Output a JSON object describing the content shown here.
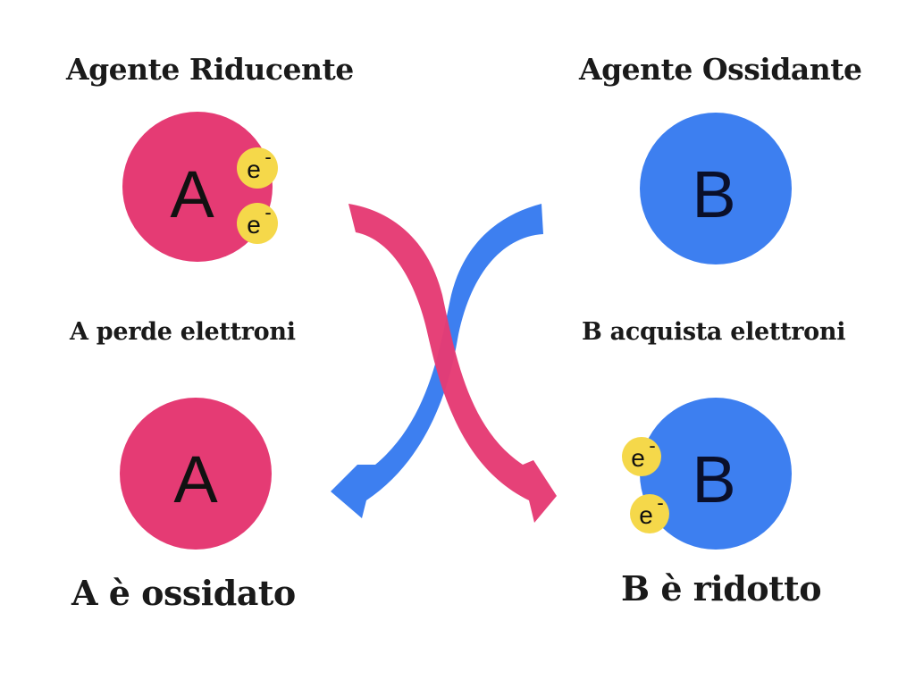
{
  "labels": {
    "reducing_agent": "Agente Riducente",
    "oxidizing_agent": "Agente Ossidante",
    "a_loses": "A perde elettroni",
    "b_gains": "B acquista elettroni",
    "a_oxidized": "A è ossidato",
    "b_reduced": "B è ridotto"
  },
  "atoms": {
    "a_top": {
      "letter": "A",
      "electrons": [
        "e",
        "e"
      ]
    },
    "b_top": {
      "letter": "B",
      "electrons": []
    },
    "a_bottom": {
      "letter": "A",
      "electrons": []
    },
    "b_bottom": {
      "letter": "B",
      "electrons": [
        "e",
        "e"
      ]
    }
  },
  "electron_charge": "-",
  "colors": {
    "atom_a": "#e53b74",
    "atom_b": "#3d7ff0",
    "electron": "#f5d84a",
    "arrow_a_to_b": "#e53b74",
    "arrow_b_to_a": "#3d7ff0"
  },
  "arrows": [
    {
      "from": "A",
      "to": "B",
      "meaning": "electron transfer",
      "color": "pink"
    },
    {
      "from": "B",
      "to": "A",
      "color": "blue"
    }
  ]
}
